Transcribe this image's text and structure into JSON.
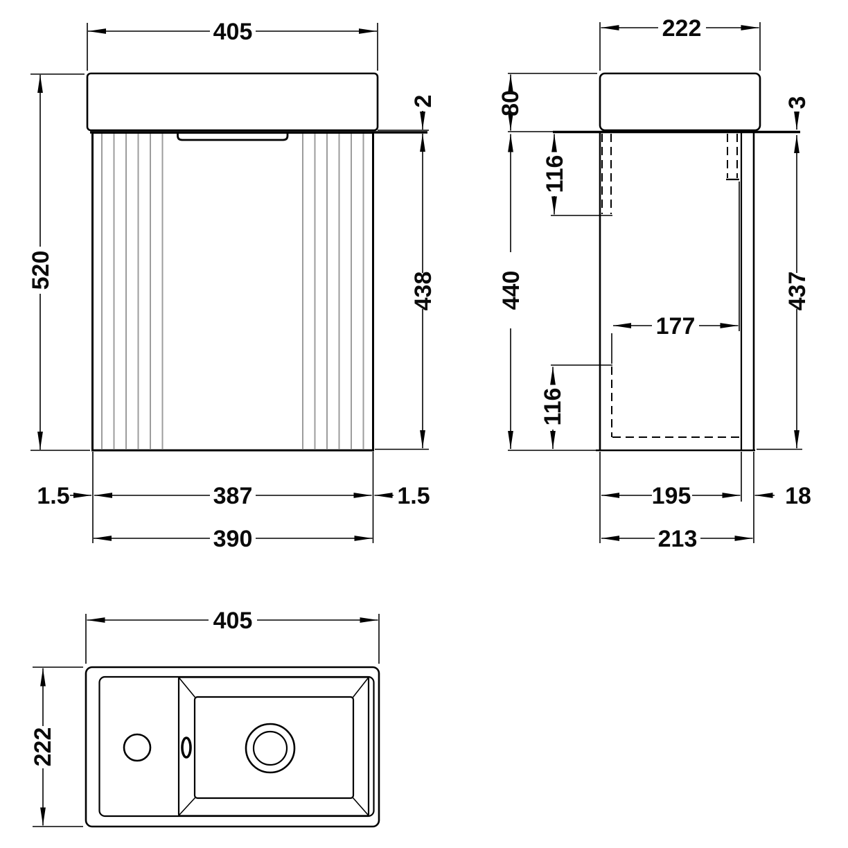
{
  "drawing": {
    "colors": {
      "line": "#000000",
      "flute": "#9c9c9c",
      "background": "#ffffff"
    },
    "front_view": {
      "overall_width": "405",
      "overall_height": "520",
      "basin_overhang_gap": "2",
      "cabinet_body_height": "438",
      "gap_left": "1.5",
      "door_width": "387",
      "gap_right": "1.5",
      "cabinet_width": "390"
    },
    "side_view": {
      "overall_depth": "222",
      "basin_height": "80",
      "worktop_lip_thickness": "3",
      "upper_bracket_height": "116",
      "cabinet_height": "440",
      "internal_clear_width": "177",
      "side_panel_height": "437",
      "lower_bracket_height": "116",
      "internal_depth": "195",
      "back_rail_thickness": "18",
      "cabinet_depth": "213"
    },
    "plan_view": {
      "overall_width": "405",
      "overall_depth": "222"
    }
  }
}
